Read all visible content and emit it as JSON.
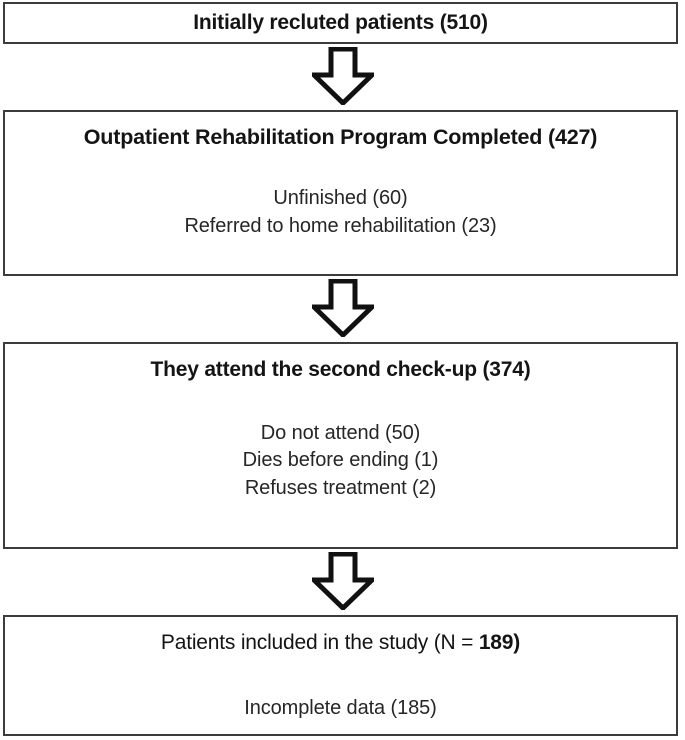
{
  "diagram": {
    "type": "patient-flow-chart",
    "accent_color": "#3c3c3c",
    "text_color": "#141414",
    "background": "#ffffff",
    "boxes": [
      {
        "id": "recruited",
        "title": "Initially recluted patients (510)",
        "count": 510,
        "lines": []
      },
      {
        "id": "outpatient",
        "title": "Outpatient Rehabilitation Program Completed (427)",
        "count": 427,
        "lines": [
          "Unfinished (60)",
          "Referred to home rehabilitation (23)"
        ]
      },
      {
        "id": "checkup",
        "title": "They attend the second check-up (374)",
        "count": 374,
        "lines": [
          "Do not attend (50)",
          "Dies before ending (1)",
          "Refuses treatment (2)"
        ]
      },
      {
        "id": "included",
        "title_prefix": "Patients included in the study (N = ",
        "title_suffix": "189)",
        "title": "Patients included in the study (N = 189)",
        "count": 189,
        "lines": [
          "Incomplete data (185)"
        ]
      }
    ],
    "arrows": [
      {
        "id": "arrow-1",
        "direction": "down",
        "from": "recruited",
        "to": "outpatient"
      },
      {
        "id": "arrow-2",
        "direction": "down",
        "from": "outpatient",
        "to": "checkup"
      },
      {
        "id": "arrow-3",
        "direction": "down",
        "from": "checkup",
        "to": "included"
      }
    ]
  }
}
